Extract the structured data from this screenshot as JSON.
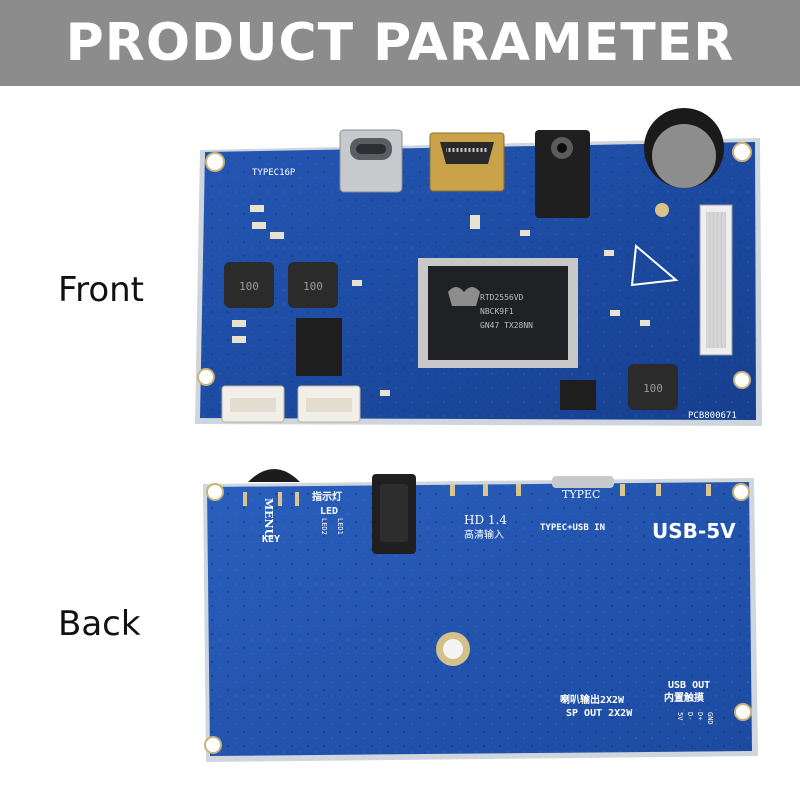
{
  "banner": {
    "title": "PRODUCT PARAMETER"
  },
  "labels": {
    "front": "Front",
    "back": "Back"
  },
  "front": {
    "silk_typec16p": "TYPEC16P",
    "chip_line1": "RTD2556VD",
    "chip_line2": "NBCK9F1",
    "chip_line3": "GN47 TX28NN",
    "inductor_1": "100",
    "inductor_2": "100",
    "inductor_3": "100",
    "pcb_id": "PCB800671"
  },
  "back": {
    "silk_menu": "MENU",
    "silk_key": "KEY",
    "silk_indicator_cn": "指示灯",
    "silk_led": "LED",
    "silk_led2": "LED2",
    "silk_led1": "LED1",
    "silk_hd14": "HD 1.4",
    "silk_hd_cn": "高清输入",
    "silk_typec": "TYPEC",
    "silk_typec_usb": "TYPEC+USB IN",
    "silk_usb5v": "USB-5V",
    "silk_speaker_cn": "喇叭输出2X2W",
    "silk_sp_out": "SP OUT 2X2W",
    "silk_usb_out": "USB OUT",
    "silk_touch_cn": "内置触摸",
    "silk_5v": "5V",
    "silk_dm": "D-",
    "silk_dp": "D+",
    "silk_gnd": "GND"
  },
  "colors": {
    "banner": "#8c8c8c",
    "pcb_blue": "#1d50a8",
    "pcb_edge": "#d0d6de"
  }
}
